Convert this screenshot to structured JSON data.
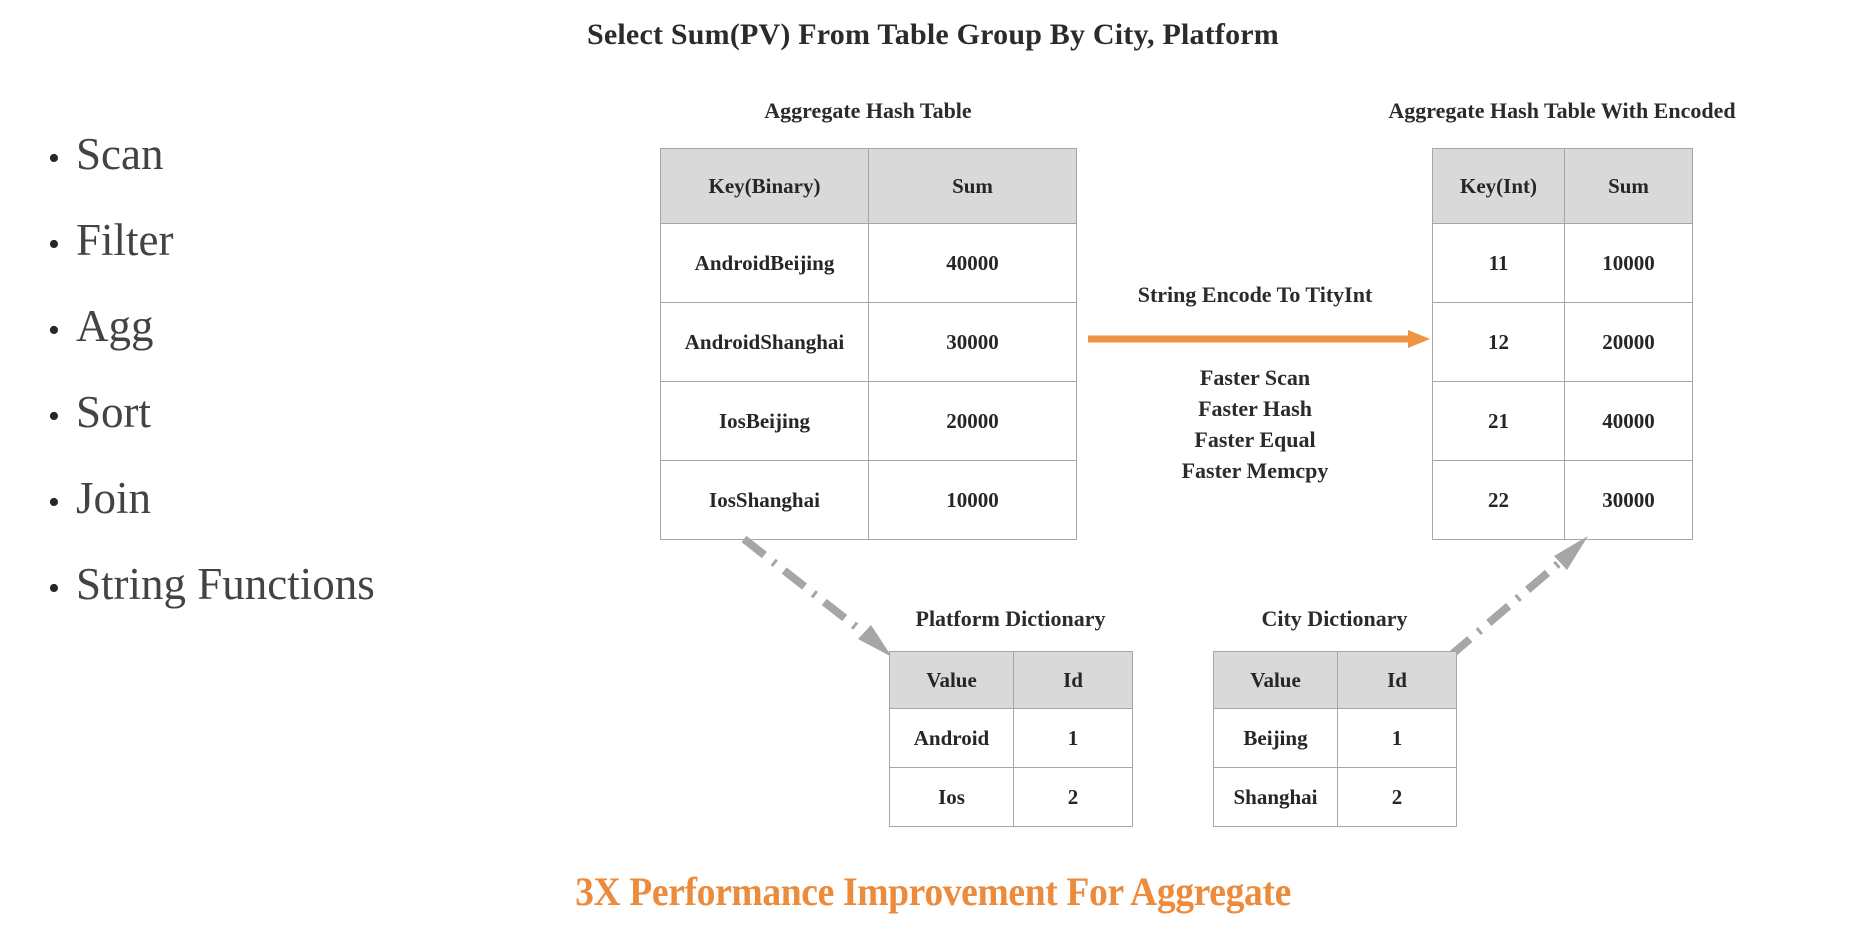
{
  "slide": {
    "title": "Select Sum(PV) From Table Group By City, Platform",
    "tagline": "3X Performance Improvement For Aggregate"
  },
  "colors": {
    "accent_orange": "#ED8B3C",
    "arrow_orange": "#EE9442",
    "table_header_bg": "#d9d9d9",
    "table_border": "#a6a6a6",
    "connector_gray": "#a6a6a6",
    "text_dark": "#262626",
    "bullet_text": "#434343"
  },
  "operations": {
    "items": [
      {
        "bullet": "•",
        "label": "Scan"
      },
      {
        "bullet": "•",
        "label": "Filter"
      },
      {
        "bullet": "•",
        "label": "Agg"
      },
      {
        "bullet": "•",
        "label": "Sort"
      },
      {
        "bullet": "•",
        "label": "Join"
      },
      {
        "bullet": "•",
        "label": "String Functions"
      }
    ]
  },
  "aggregate_table": {
    "caption": "Aggregate Hash Table",
    "headers": [
      "Key(Binary)",
      "Sum"
    ],
    "rows": [
      [
        "AndroidBeijing",
        "40000"
      ],
      [
        "AndroidShanghai",
        "30000"
      ],
      [
        "IosBeijing",
        "20000"
      ],
      [
        "IosShanghai",
        "10000"
      ]
    ]
  },
  "aggregate_encoded_table": {
    "caption": "Aggregate Hash Table With Encoded",
    "headers": [
      "Key(Int)",
      "Sum"
    ],
    "rows": [
      [
        "11",
        "10000"
      ],
      [
        "12",
        "20000"
      ],
      [
        "21",
        "40000"
      ],
      [
        "22",
        "30000"
      ]
    ]
  },
  "encode_callout": {
    "label": "String Encode To TityInt",
    "benefits": [
      "Faster Scan",
      "Faster Hash",
      "Faster Equal",
      "Faster Memcpy"
    ]
  },
  "platform_dictionary": {
    "caption": "Platform Dictionary",
    "headers": [
      "Value",
      "Id"
    ],
    "rows": [
      [
        "Android",
        "1"
      ],
      [
        "Ios",
        "2"
      ]
    ]
  },
  "city_dictionary": {
    "caption": "City Dictionary",
    "headers": [
      "Value",
      "Id"
    ],
    "rows": [
      [
        "Beijing",
        "1"
      ],
      [
        "Shanghai",
        "2"
      ]
    ]
  }
}
